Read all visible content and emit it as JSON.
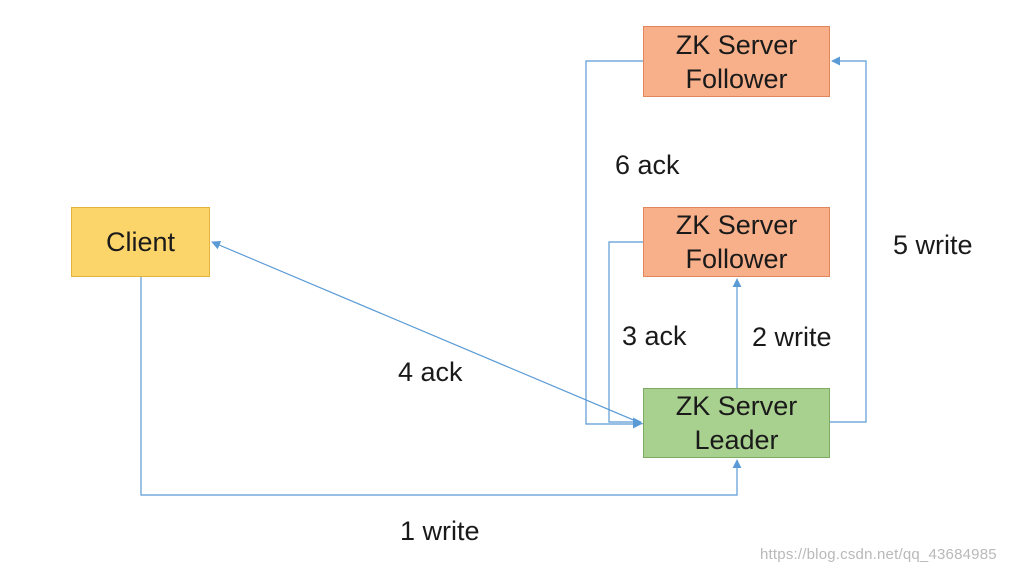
{
  "nodes": {
    "client": {
      "label": "Client"
    },
    "follower_top": {
      "line1": "ZK Server",
      "line2": "Follower"
    },
    "follower_mid": {
      "line1": "ZK Server",
      "line2": "Follower"
    },
    "leader": {
      "line1": "ZK Server",
      "line2": "Leader"
    }
  },
  "edges": {
    "e1": {
      "label": "1 write"
    },
    "e2": {
      "label": "2 write"
    },
    "e3": {
      "label": "3 ack"
    },
    "e4": {
      "label": "4 ack"
    },
    "e5": {
      "label": "5 write"
    },
    "e6": {
      "label": "6 ack"
    }
  },
  "watermark": "https://blog.csdn.net/qq_43684985",
  "colors": {
    "client_fill": "#fcd56a",
    "follower_fill": "#f8b08b",
    "leader_fill": "#a8d08f",
    "connector": "#5b9bd5"
  }
}
